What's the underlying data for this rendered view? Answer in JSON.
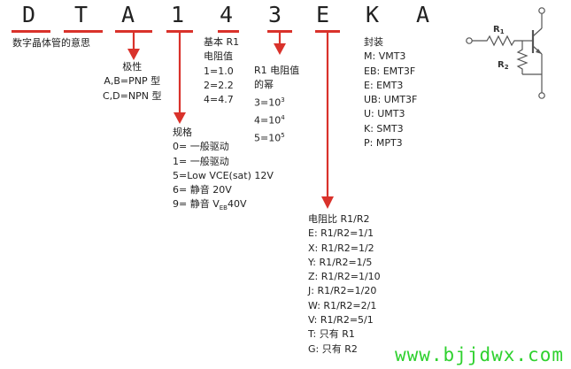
{
  "part_letters": [
    "D",
    "T",
    "A",
    "1",
    "4",
    "3",
    "E",
    "K",
    "A"
  ],
  "colors": {
    "accent": "#d9322b",
    "watermark": "#2fd12f",
    "text": "#222222"
  },
  "labels": {
    "digital_meaning": "数字晶体管的意思",
    "polarity": {
      "title": "极性",
      "rows": [
        "A,B=PNP 型",
        "C,D=NPN 型"
      ]
    },
    "spec": {
      "title": "规格",
      "rows": [
        "0= 一般驱动",
        "1= 一般驱动",
        "5=Low VCE(sat) 12V",
        "6= 静音 20V"
      ],
      "row9_prefix": "9= 静音 V",
      "row9_sub": "EB",
      "row9_suffix": "40V"
    },
    "r1": {
      "title": "基本 R1",
      "subtitle": "电阻值",
      "rows": [
        "1=1.0",
        "2=2.2",
        "4=4.7"
      ]
    },
    "power": {
      "title": "R1 电阻值",
      "subtitle": "的幂",
      "base": "10",
      "rows": [
        {
          "prefix": "3=",
          "exp": "3"
        },
        {
          "prefix": "4=",
          "exp": "4"
        },
        {
          "prefix": "5=",
          "exp": "5"
        }
      ]
    },
    "ratio": {
      "title": "电阻比 R1/R2",
      "rows": [
        "E: R1/R2=1/1",
        "X: R1/R2=1/2",
        "Y: R1/R2=1/5",
        "Z: R1/R2=1/10",
        "J: R1/R2=1/20",
        "W: R1/R2=2/1",
        "V: R1/R2=5/1",
        "T: 只有 R1",
        "G: 只有 R2"
      ]
    },
    "package": {
      "title": "封装",
      "rows": [
        "M: VMT3",
        "EB: EMT3F",
        "E: EMT3",
        "UB: UMT3F",
        "U: UMT3",
        "K: SMT3",
        "P: MPT3"
      ]
    }
  },
  "circuit": {
    "r1_label": "R",
    "r1_sub": "1",
    "r2_label": "R",
    "r2_sub": "2"
  },
  "watermark": "www.bjjdwx.com"
}
